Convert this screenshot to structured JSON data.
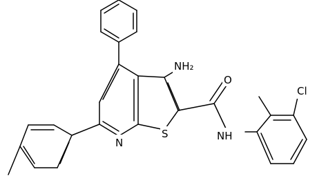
{
  "molecule": {
    "labels": {
      "amino": "NH₂",
      "amide_nh": "NH",
      "carbonyl_o": "O",
      "ring_n": "N",
      "ring_s": "S",
      "chloro": "Cl"
    }
  },
  "colors": {
    "bond": "#000000",
    "background": "#ffffff"
  }
}
